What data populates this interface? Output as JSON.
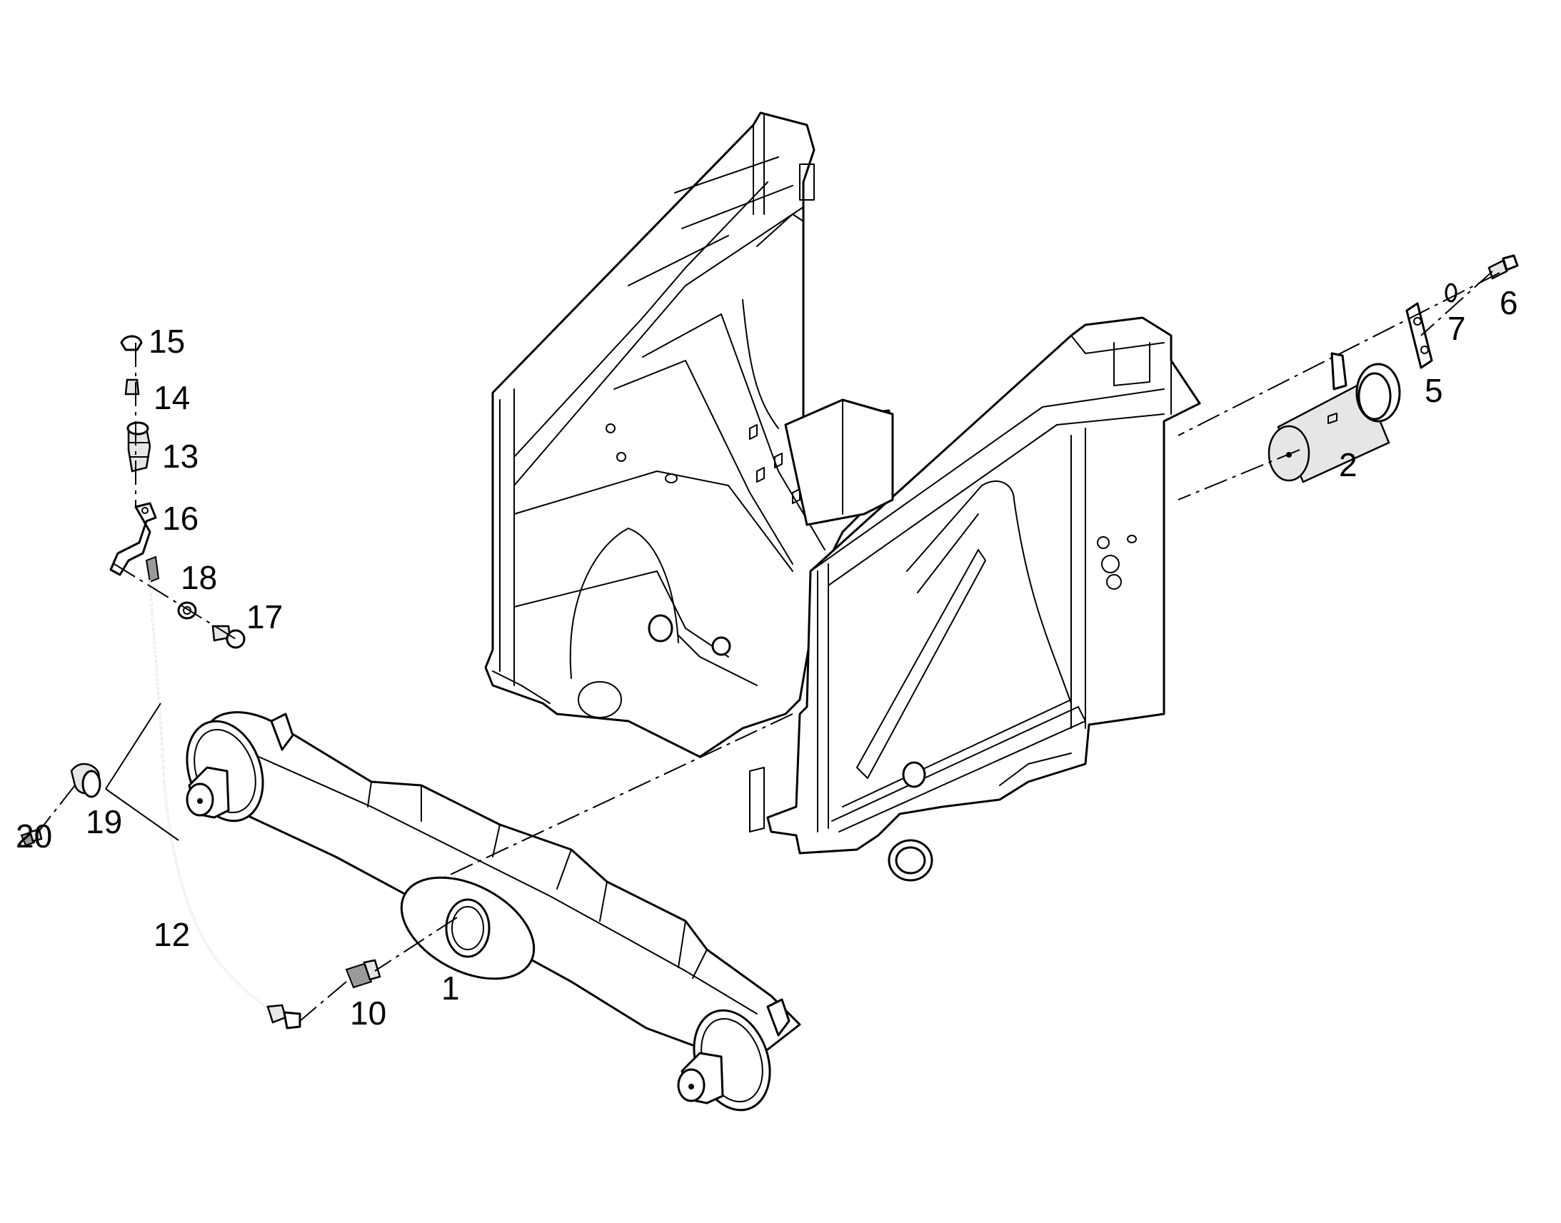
{
  "figure": {
    "callouts": [
      "1",
      "2",
      "5",
      "6",
      "7",
      "10",
      "12",
      "13",
      "14",
      "15",
      "16",
      "17",
      "18",
      "19",
      "20"
    ]
  },
  "parts": [
    {
      "number": "1",
      "icon": "axle-beam-icon"
    },
    {
      "number": "2",
      "icon": "pivot-pin-icon"
    },
    {
      "number": "5",
      "icon": "lock-plate-icon"
    },
    {
      "number": "6",
      "icon": "bolt-icon"
    },
    {
      "number": "7",
      "icon": "washer-icon"
    },
    {
      "number": "10",
      "icon": "fitting-icon"
    },
    {
      "number": "12",
      "icon": "lube-hose-icon"
    },
    {
      "number": "13",
      "icon": "adapter-icon"
    },
    {
      "number": "14",
      "icon": "grease-nipple-icon"
    },
    {
      "number": "15",
      "icon": "cap-icon"
    },
    {
      "number": "16",
      "icon": "bracket-icon"
    },
    {
      "number": "17",
      "icon": "bolt-icon"
    },
    {
      "number": "18",
      "icon": "washer-icon"
    },
    {
      "number": "19",
      "icon": "clamp-icon"
    },
    {
      "number": "20",
      "icon": "screw-icon"
    }
  ]
}
